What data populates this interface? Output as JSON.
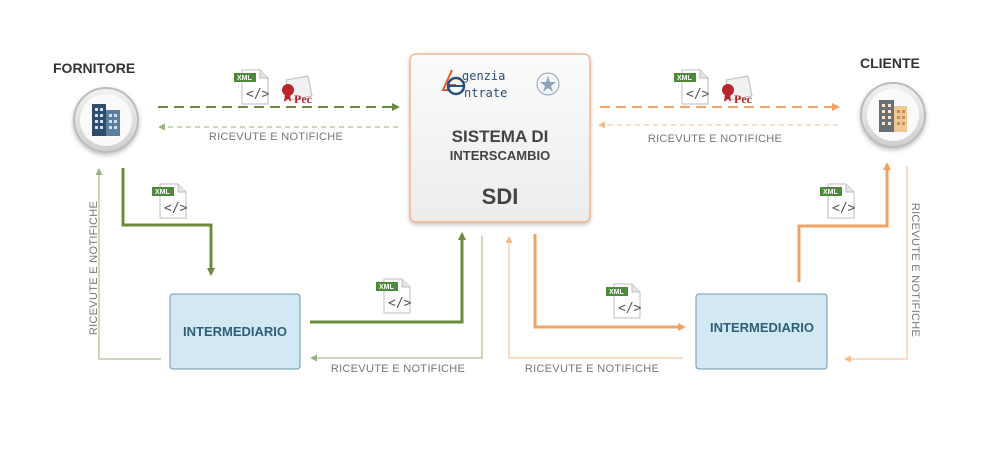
{
  "nodes": {
    "fornitore": "FORNITORE",
    "cliente": "CLIENTE",
    "intermediario_left": "INTERMEDIARIO",
    "intermediario_right": "INTERMEDIARIO",
    "sdi": {
      "logo_line1": "genzia",
      "logo_line2": "ntrate",
      "title": "SISTEMA DI",
      "subtitle": "INTERSCAMBIO",
      "acronym": "SDI"
    }
  },
  "labels": {
    "ricevute_top_left": "RICEVUTE E NOTIFICHE",
    "ricevute_top_right": "RICEVUTE E NOTIFICHE",
    "ricevute_vertical_left": "RICEVUTE E NOTIFICHE",
    "ricevute_vertical_right": "RICEVUTE E NOTIFICHE",
    "ricevute_bottom_left": "RICEVUTE E NOTIFICHE",
    "ricevute_bottom_right": "RICEVUTE E NOTIFICHE"
  },
  "badges": {
    "xml": "XML",
    "code": "</>",
    "pec": "Pec"
  },
  "colors": {
    "green": "#6d8c3b",
    "orange": "#f3a262",
    "thin_green": "#9bb37a",
    "thin_orange": "#f6b98a",
    "box_fill": "#d2e8f2",
    "box_border": "#6a97b1",
    "sdi_border": "#f0a87a"
  }
}
